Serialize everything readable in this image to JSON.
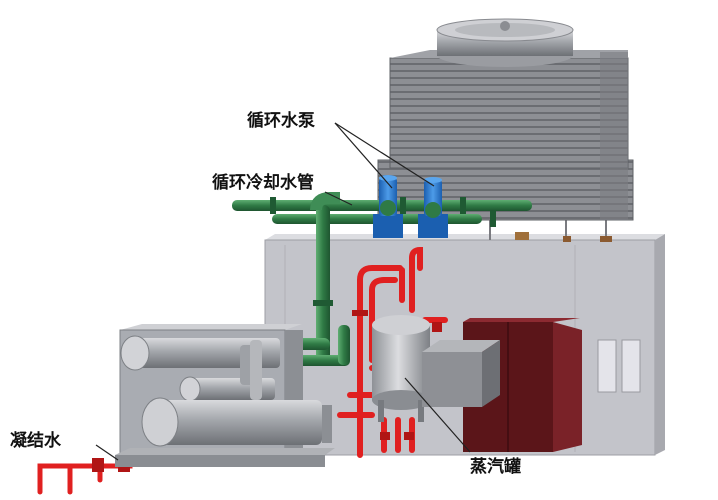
{
  "labels": {
    "pump": "循环水泵",
    "cooling_pipe": "循环冷却水管",
    "condensate": "凝结水",
    "steam_tank": "蒸汽罐"
  },
  "colors": {
    "building": "#c8c9cf",
    "tower": "#8d8f94",
    "green_pipe": "#2f7a45",
    "red_pipe": "#e02020",
    "pump_blue": "#2a7bd6",
    "door": "#6e1e24",
    "chiller": "#a9acb2"
  }
}
